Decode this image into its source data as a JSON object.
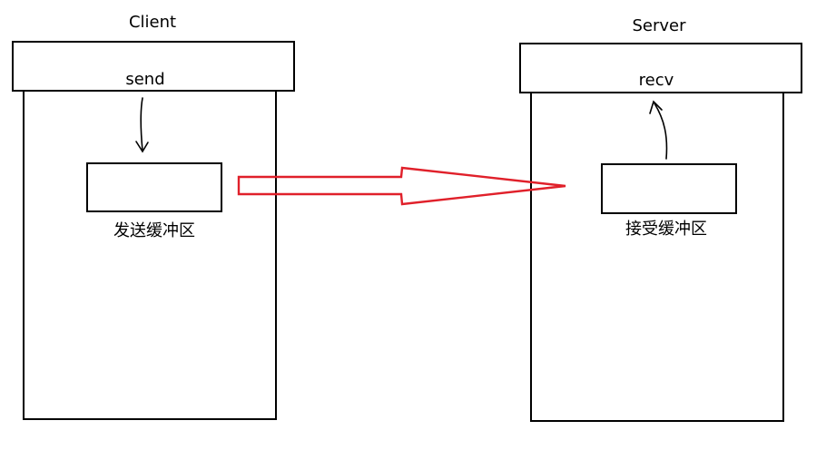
{
  "client": {
    "title": "Client",
    "call_label": "send",
    "buffer_label": "发送缓冲区"
  },
  "server": {
    "title": "Server",
    "call_label": "recv",
    "buffer_label": "接受缓冲区"
  },
  "colors": {
    "line": "#000000",
    "transfer_arrow": "#e0202a",
    "background": "#ffffff"
  }
}
